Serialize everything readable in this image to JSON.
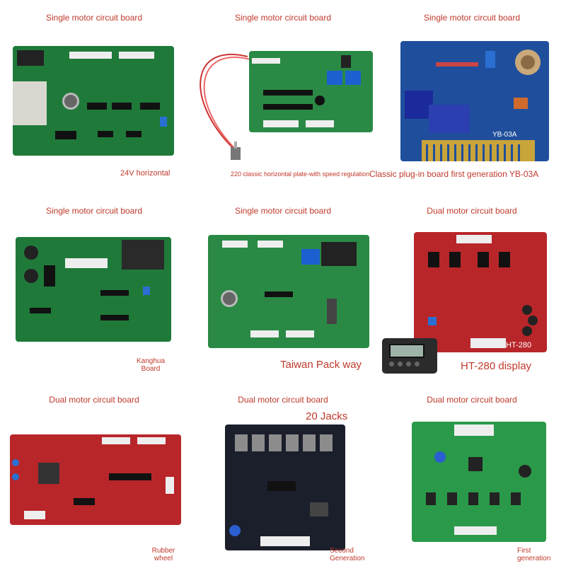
{
  "colors": {
    "label": "#c0392b",
    "pcb_green": "#1f7a3a",
    "pcb_blue": "#1f4f9c",
    "pcb_red": "#b8262a",
    "pcb_black": "#1b1f2b"
  },
  "grid": [
    [
      {
        "title": "Single motor circuit board",
        "caption": "24V horizontal",
        "board_color": "green"
      },
      {
        "title": "Single motor circuit board",
        "caption": "220 classic horizontal plate-with speed regulation",
        "board_color": "green"
      },
      {
        "title": "Single motor circuit board",
        "caption": "Classic plug-in board first generation YB-03A",
        "board_color": "blue",
        "board_label": "YB-03A"
      }
    ],
    [
      {
        "title": "Single motor circuit board",
        "caption": "Kanghua Board",
        "board_color": "green"
      },
      {
        "title": "Single motor circuit board",
        "caption": "Taiwan Pack way",
        "board_color": "green"
      },
      {
        "title": "Dual motor circuit board",
        "caption": "HT-280 display",
        "board_color": "red",
        "board_label": "HT-280"
      }
    ],
    [
      {
        "title": "Dual motor circuit board",
        "caption": "Rubber wheel",
        "board_color": "red"
      },
      {
        "title": "Dual motor circuit board",
        "subtitle": "20 Jacks",
        "caption": "Second Generation",
        "board_color": "black"
      },
      {
        "title": "Dual motor circuit board",
        "caption": "First generation",
        "board_color": "green"
      }
    ]
  ]
}
